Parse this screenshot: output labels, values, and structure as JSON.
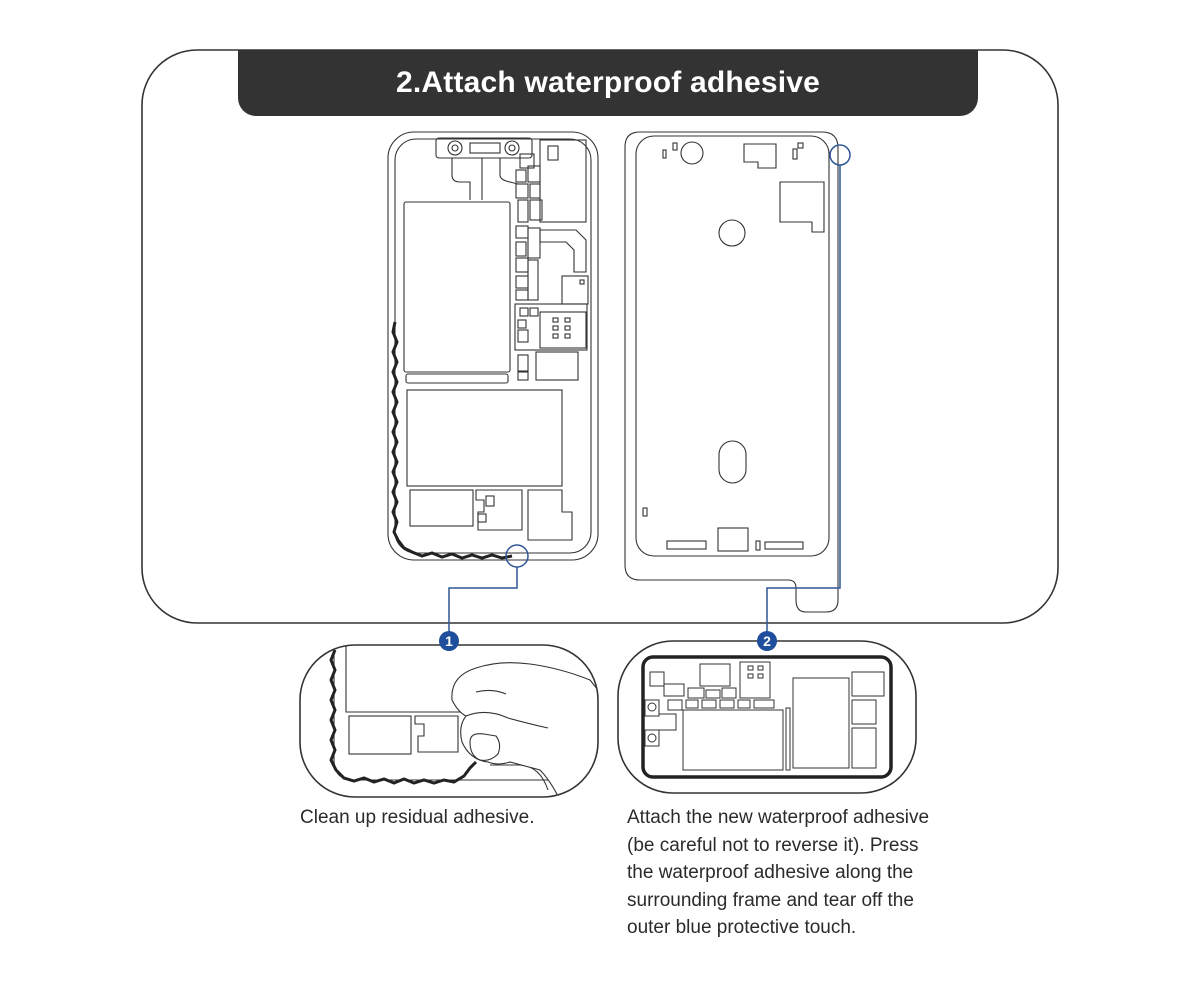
{
  "step": {
    "title": "2.Attach waterproof adhesive"
  },
  "callouts": [
    {
      "number": "1",
      "caption": "Clean up residual adhesive."
    },
    {
      "number": "2",
      "caption": "Attach the new waterproof adhesive\n(be careful not to reverse it). Press\nthe waterproof adhesive along the\nsurrounding frame and tear off the\nouter blue protective touch."
    }
  ],
  "colors": {
    "title_bg": "#333333",
    "title_text": "#ffffff",
    "line": "#333333",
    "accent_blue": "#2f5597",
    "badge_blue": "#1f4e9c"
  }
}
